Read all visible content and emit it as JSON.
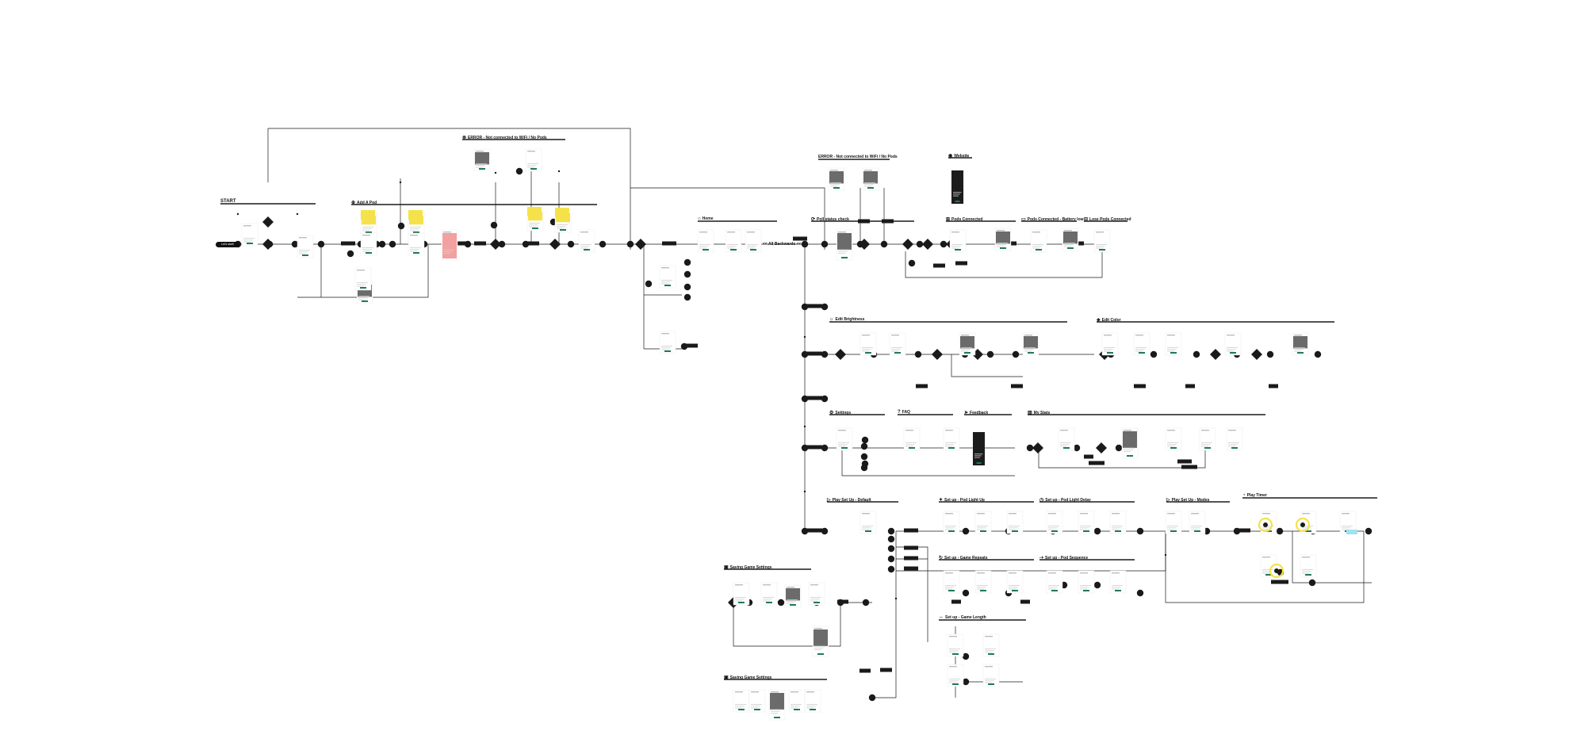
{
  "sections": {
    "start": "START",
    "add_pod": "Add A Pod",
    "error1": "ERROR - Not connected to WiFi / No Pods",
    "error2": "ERROR - Not connected to WiFi / No Pods",
    "home": "Home",
    "all_backwards": "<< All Backwards <<",
    "poll_status": "Poll status check",
    "pods_connected": "Pods Connected",
    "pods_connected_battery": "Pods Connected - Battery low",
    "lose_pods": "Lose Pods Connected",
    "website": "Website",
    "edit_brightness": "Edit Brightness",
    "edit_color": "Edit Color",
    "settings": "Settings",
    "faq": "FAQ",
    "feedback": "Feedback",
    "my_stats": "My Stats",
    "play_setup_default": "Play Set Up - Default",
    "setup_pod_light_up": "Set up - Pod Light Up",
    "setup_pod_light_delay": "Set up - Pod Light Delay",
    "play_setup_modes": "Play Set Up - Modes",
    "play_timer": "Play Timer",
    "setup_game_repeats": "Set up - Game Repeats",
    "setup_pod_sequence": "Set up - Pod Sequence",
    "setup_game_length": "Set up - Game Length",
    "saving_game_settings": "Saving Game Settings",
    "saving_game_settings_2": "Saving Game Settings"
  },
  "start_button": "Let's start! (START)",
  "colors": {
    "line": "#1a1a1a",
    "node": "#1a1a1a",
    "accent_yellow": "#f5e24a",
    "accent_green": "#1f7a57",
    "error_pink": "#f2a0a0",
    "screen_gray": "#6b6b6b",
    "cyan": "#9fe3f0"
  }
}
